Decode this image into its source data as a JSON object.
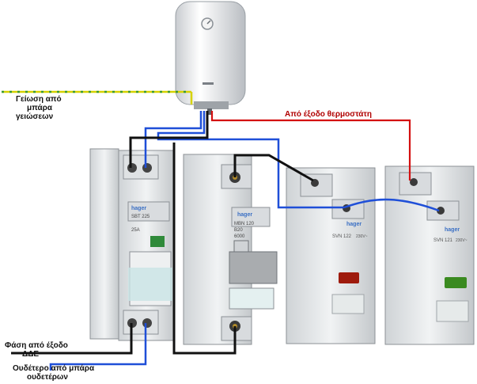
{
  "labels": {
    "ground_line1": "Γείωση από",
    "ground_line2": "μπάρα",
    "ground_line3": "γειώσεων",
    "thermostat": "Από έξοδο θερμοστάτη",
    "phase_line1": "Φάση από έξοδο",
    "phase_line2": "ΔΔΕ",
    "neutral_line1": "Ουδέτερο από μπάρα",
    "neutral_line2": "ουδετέρων"
  },
  "devices": {
    "switch": {
      "brand": "hager",
      "model": "SBT 225",
      "rating": "25A"
    },
    "breaker": {
      "brand": "hager",
      "model": "MBN 120",
      "rating": "B20",
      "capacity": "6000"
    },
    "indicator_red": {
      "brand": "hager",
      "model": "SVN 122",
      "voltage": "230V~"
    },
    "indicator_green": {
      "brand": "hager",
      "model": "SVN 121",
      "voltage": "230V~"
    }
  },
  "colors": {
    "ground_wire": "#d6d200",
    "phase_wire": "#111111",
    "neutral_wire": "#1f4fd8",
    "thermostat_wire": "#d41010",
    "indicator_red": "#9e1a0c",
    "indicator_green": "#3a8a20",
    "brand": "#3a6fc4"
  }
}
